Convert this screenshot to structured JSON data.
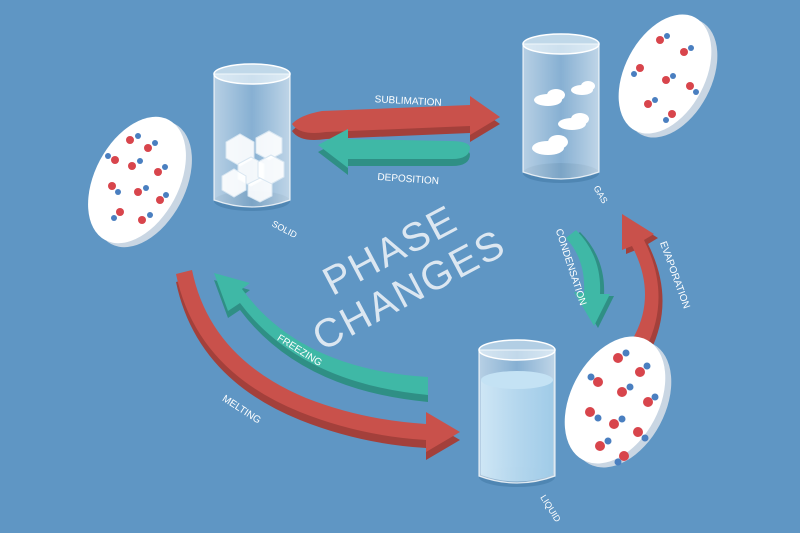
{
  "title": {
    "line1": "PHASE",
    "line2": "CHANGES"
  },
  "states": {
    "solid": "SOLID",
    "gas": "GAS",
    "liquid": "LIQUID"
  },
  "transitions": {
    "sublimation": "SUBLIMATION",
    "deposition": "DEPOSITION",
    "condensation": "CONDENSATION",
    "evaporation": "EVAPORATION",
    "freezing": "FREEZING",
    "melting": "MELTING"
  },
  "colors": {
    "background": "#5f96c4",
    "red_arrow": "#c9514b",
    "teal_arrow": "#3fb8a6",
    "atom_red": "#d8454c",
    "atom_blue": "#4a7fc0",
    "glass": "#e8f1f8",
    "water": "#a9d3ee"
  }
}
